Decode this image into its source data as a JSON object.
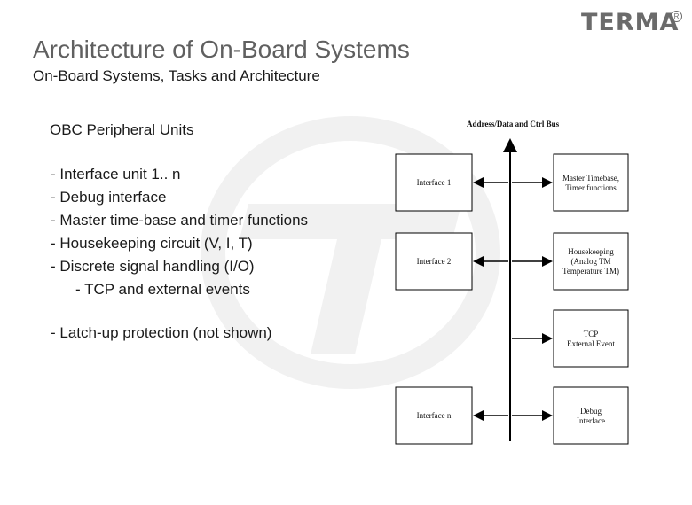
{
  "header": {
    "logo_text": "TERMA",
    "logo_mark": "R",
    "title": "Architecture of On-Board Systems",
    "subtitle": "On-Board Systems, Tasks and Architecture"
  },
  "left_panel": {
    "heading": "OBC Peripheral Units",
    "items": [
      "- Interface unit 1.. n",
      "- Debug interface",
      "- Master time-base and timer functions",
      "- Housekeeping circuit (V, I, T)",
      "- Discrete signal handling (I/O)"
    ],
    "sub_item": "-  TCP and external events",
    "latchup_note": "- Latch-up protection (not shown)"
  },
  "diagram": {
    "bus_label": "Address/Data and Ctrl Bus",
    "left_boxes": [
      {
        "lines": [
          "Interface 1"
        ]
      },
      {
        "lines": [
          "Interface 2"
        ]
      },
      {
        "lines": [
          "Interface n"
        ]
      }
    ],
    "right_boxes": [
      {
        "lines": [
          "Master Timebase,",
          "Timer functions"
        ]
      },
      {
        "lines": [
          "Housekeeping",
          "(Analog TM",
          "Temperature TM)"
        ]
      },
      {
        "lines": [
          "TCP",
          "External Event"
        ]
      },
      {
        "lines": [
          "Debug",
          "Interface"
        ]
      }
    ]
  },
  "colors": {
    "title": "#606060",
    "text": "#1a1a1a",
    "logo": "#6b6b6b",
    "watermark": "#f0f0f0"
  }
}
